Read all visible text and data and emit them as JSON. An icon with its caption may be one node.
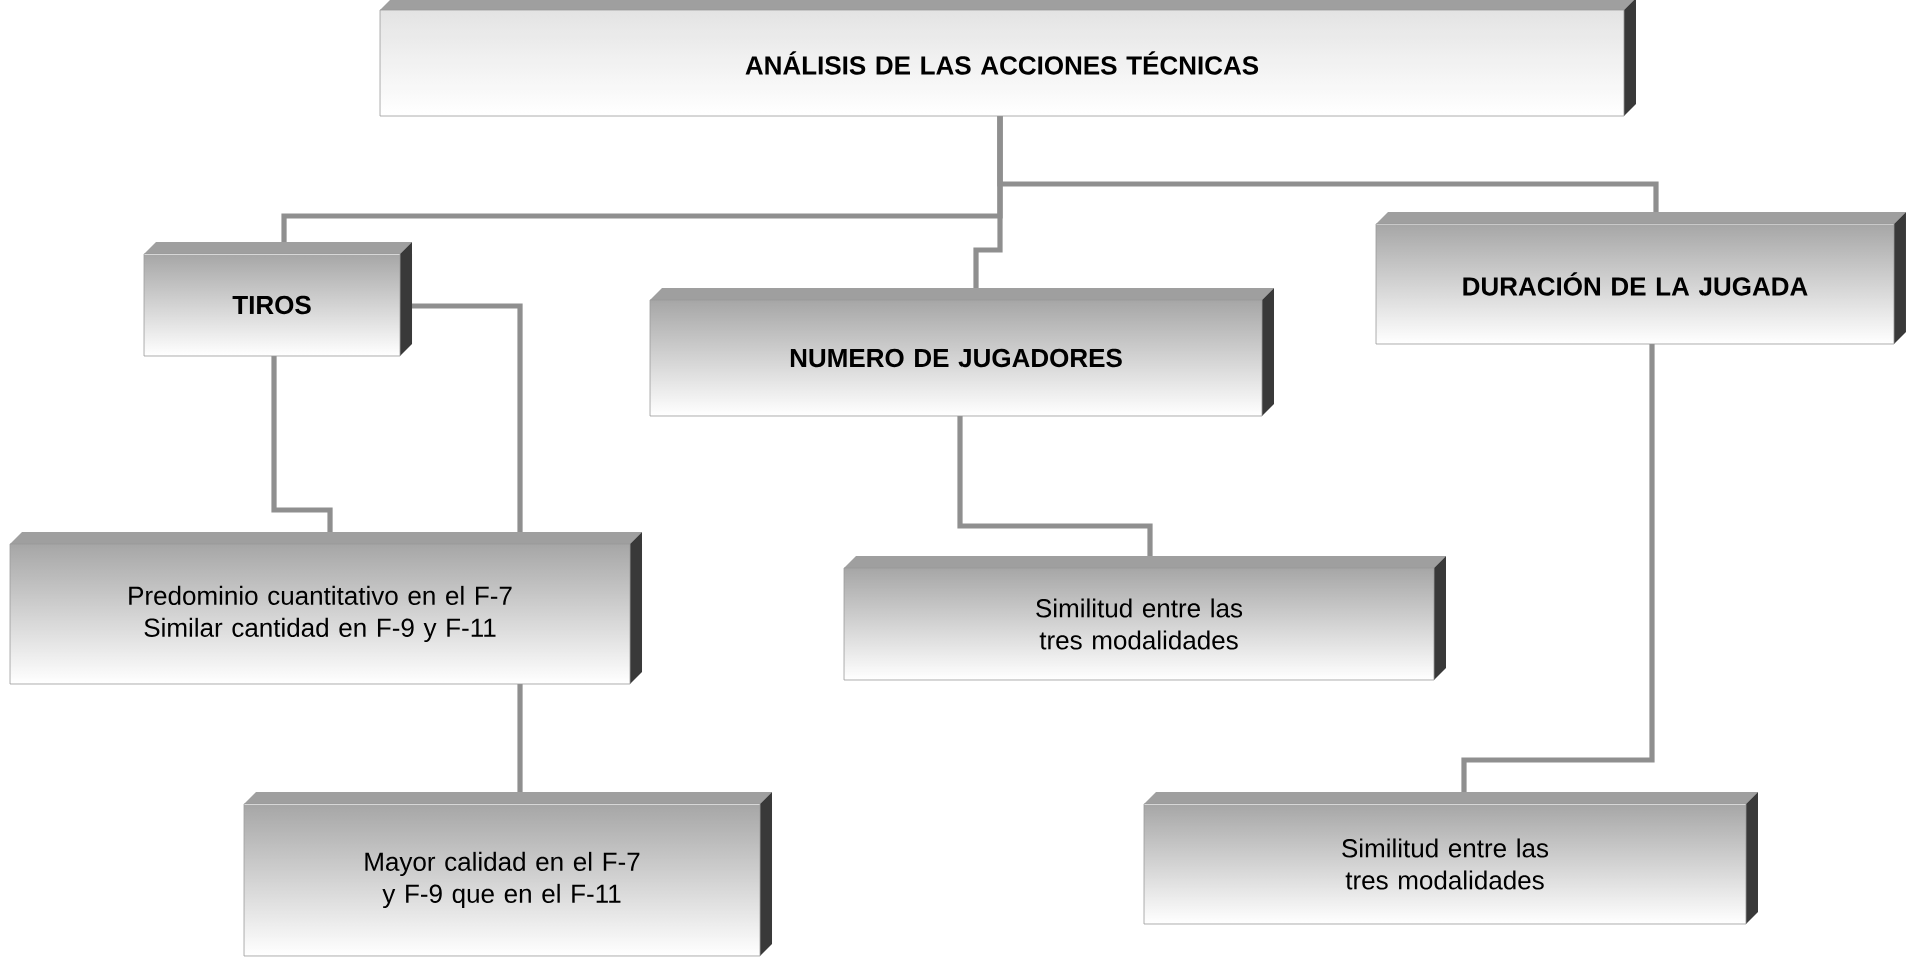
{
  "diagram": {
    "nodes": [
      {
        "text": [
          "ANÁLISIS DE LAS ACCIONES TÉCNICAS"
        ]
      },
      {
        "text": [
          "TIROS"
        ]
      },
      {
        "text": [
          "NUMERO DE JUGADORES"
        ]
      },
      {
        "text": [
          "DURACIÓN DE LA JUGADA"
        ]
      },
      {
        "text": [
          "Predominio cuantitativo en el F-7 Similar cantidad en F-9 y F-11"
        ]
      },
      {
        "text": [
          "Mayor calidad en el F-7 y F-9 que en el F-11"
        ]
      },
      {
        "text": [
          "Similitud entre las tres modalidades"
        ]
      },
      {
        "text": [
          "Similitud entre las tres modalidades"
        ]
      }
    ],
    "edges": [
      {
        "from": 0,
        "to": 1,
        "arrow": "none"
      },
      {
        "from": 0,
        "to": 2,
        "arrow": "none"
      },
      {
        "from": 0,
        "to": 3,
        "arrow": "none"
      },
      {
        "from": 1,
        "to": 4,
        "arrow": "none"
      },
      {
        "from": 1,
        "to": 4,
        "arrow": "none"
      },
      {
        "from": 4,
        "to": 5,
        "arrow": "none"
      },
      {
        "from": 2,
        "to": 6,
        "arrow": "none"
      },
      {
        "from": 3,
        "to": 7,
        "arrow": "none"
      }
    ]
  }
}
